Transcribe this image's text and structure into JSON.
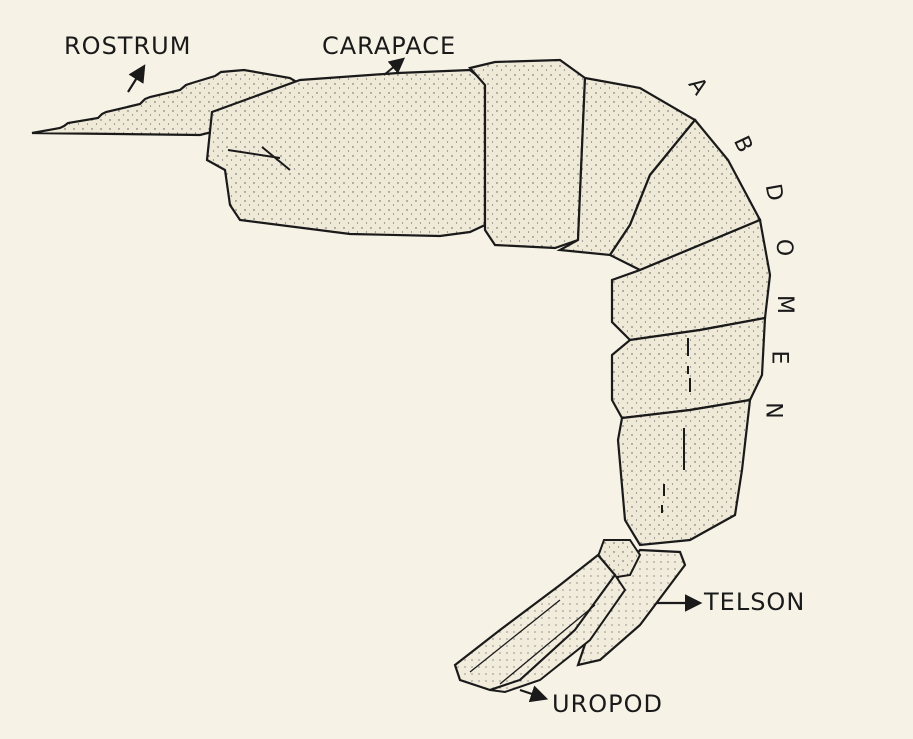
{
  "labels": {
    "rostrum": "ROSTRUM",
    "carapace": "CARAPACE",
    "abdomen_letters": [
      "A",
      "B",
      "D",
      "O",
      "M",
      "E",
      "N"
    ],
    "telson": "TELSON",
    "uropod": "UROPOD"
  },
  "colors": {
    "paper": "#f6f2e6",
    "ink": "#1a1a1a",
    "body_fill": "#efe9d8"
  }
}
